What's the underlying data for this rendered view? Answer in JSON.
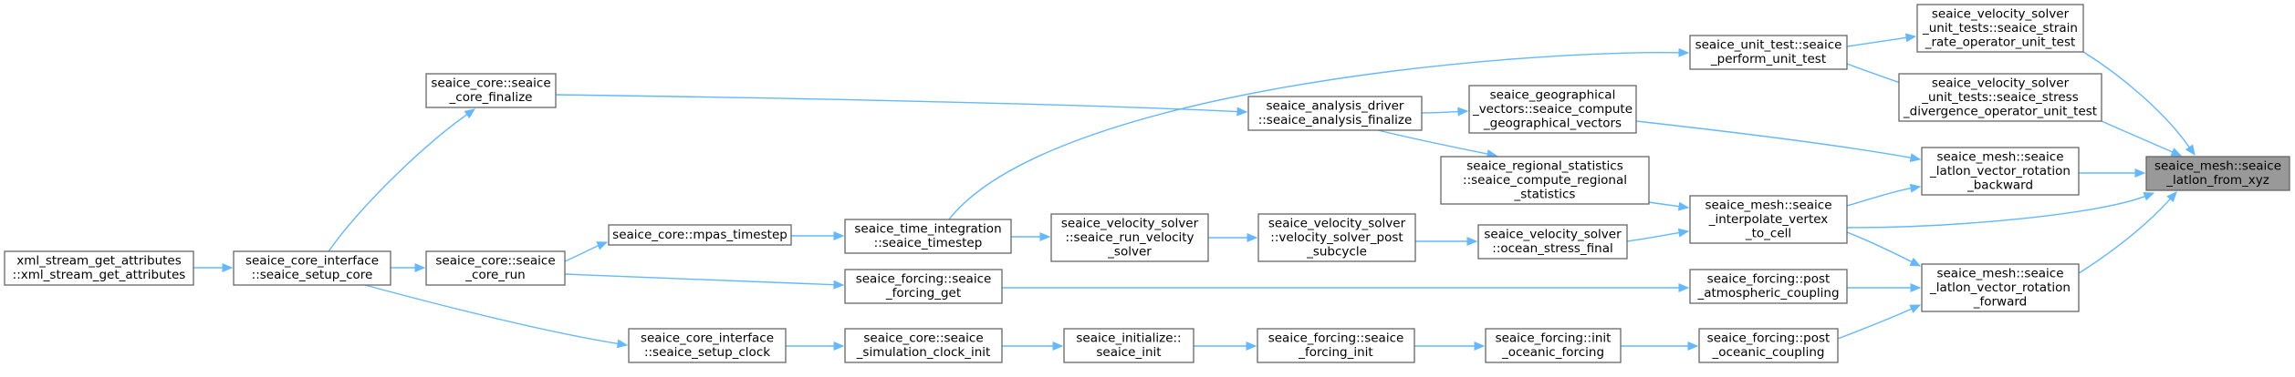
{
  "graph": {
    "nodes": [
      {
        "id": "root",
        "lines": [
          "seaice_mesh::seaice",
          "_latlon_from_xyz"
        ],
        "root": true
      },
      {
        "id": "strain_test",
        "lines": [
          "seaice_velocity_solver",
          "_unit_tests::seaice_strain",
          "_rate_operator_unit_test"
        ]
      },
      {
        "id": "stress_test",
        "lines": [
          "seaice_velocity_solver",
          "_unit_tests::seaice_stress",
          "_divergence_operator_unit_test"
        ]
      },
      {
        "id": "rot_backward",
        "lines": [
          "seaice_mesh::seaice",
          "_latlon_vector_rotation",
          "_backward"
        ]
      },
      {
        "id": "rot_forward",
        "lines": [
          "seaice_mesh::seaice",
          "_latlon_vector_rotation",
          "_forward"
        ]
      },
      {
        "id": "unit_test",
        "lines": [
          "seaice_unit_test::seaice",
          "_perform_unit_test"
        ]
      },
      {
        "id": "geo_vectors",
        "lines": [
          "seaice_geographical",
          "_vectors::seaice_compute",
          "_geographical_vectors"
        ]
      },
      {
        "id": "interp_vertex",
        "lines": [
          "seaice_mesh::seaice",
          "_interpolate_vertex",
          "_to_cell"
        ]
      },
      {
        "id": "post_atmos",
        "lines": [
          "seaice_forcing::post",
          "_atmospheric_coupling"
        ]
      },
      {
        "id": "post_ocean",
        "lines": [
          "seaice_forcing::post",
          "_oceanic_coupling"
        ]
      },
      {
        "id": "analysis_finalize",
        "lines": [
          "seaice_analysis_driver",
          "::seaice_analysis_finalize"
        ]
      },
      {
        "id": "regional_stats",
        "lines": [
          "seaice_regional_statistics",
          "::seaice_compute_regional",
          "_statistics"
        ]
      },
      {
        "id": "ocean_stress",
        "lines": [
          "seaice_velocity_solver",
          "::ocean_stress_final"
        ]
      },
      {
        "id": "init_oceanic",
        "lines": [
          "seaice_forcing::init",
          "_oceanic_forcing"
        ]
      },
      {
        "id": "post_subcycle",
        "lines": [
          "seaice_velocity_solver",
          "::velocity_solver_post",
          "_subcycle"
        ]
      },
      {
        "id": "forcing_init",
        "lines": [
          "seaice_forcing::seaice",
          "_forcing_init"
        ]
      },
      {
        "id": "run_velocity",
        "lines": [
          "seaice_velocity_solver",
          "::seaice_run_velocity",
          "_solver"
        ]
      },
      {
        "id": "seaice_init",
        "lines": [
          "seaice_initialize::",
          "seaice_init"
        ]
      },
      {
        "id": "timestep",
        "lines": [
          "seaice_time_integration",
          "::seaice_timestep"
        ]
      },
      {
        "id": "forcing_get",
        "lines": [
          "seaice_forcing::seaice",
          "_forcing_get"
        ]
      },
      {
        "id": "clock_init",
        "lines": [
          "seaice_core::seaice",
          "_simulation_clock_init"
        ]
      },
      {
        "id": "mpas_timestep",
        "lines": [
          "seaice_core::mpas_timestep"
        ]
      },
      {
        "id": "setup_clock",
        "lines": [
          "seaice_core_interface",
          "::seaice_setup_clock"
        ]
      },
      {
        "id": "core_finalize",
        "lines": [
          "seaice_core::seaice",
          "_core_finalize"
        ]
      },
      {
        "id": "core_run",
        "lines": [
          "seaice_core::seaice",
          "_core_run"
        ]
      },
      {
        "id": "setup_core",
        "lines": [
          "seaice_core_interface",
          "::seaice_setup_core"
        ]
      },
      {
        "id": "xml_stream",
        "lines": [
          "xml_stream_get_attributes",
          "::xml_stream_get_attributes"
        ]
      }
    ],
    "edges": [
      {
        "from": "strain_test",
        "to": "root"
      },
      {
        "from": "stress_test",
        "to": "root"
      },
      {
        "from": "rot_backward",
        "to": "root"
      },
      {
        "from": "interp_vertex",
        "to": "root"
      },
      {
        "from": "rot_forward",
        "to": "root"
      },
      {
        "from": "unit_test",
        "to": "strain_test"
      },
      {
        "from": "unit_test",
        "to": "stress_test"
      },
      {
        "from": "geo_vectors",
        "to": "rot_backward"
      },
      {
        "from": "interp_vertex",
        "to": "rot_backward"
      },
      {
        "from": "interp_vertex",
        "to": "rot_forward"
      },
      {
        "from": "post_atmos",
        "to": "rot_forward"
      },
      {
        "from": "post_ocean",
        "to": "rot_forward"
      },
      {
        "from": "timestep",
        "to": "unit_test"
      },
      {
        "from": "analysis_finalize",
        "to": "geo_vectors"
      },
      {
        "from": "regional_stats",
        "to": "interp_vertex"
      },
      {
        "from": "ocean_stress",
        "to": "interp_vertex"
      },
      {
        "from": "forcing_get",
        "to": "post_atmos"
      },
      {
        "from": "init_oceanic",
        "to": "post_ocean"
      },
      {
        "from": "core_finalize",
        "to": "analysis_finalize"
      },
      {
        "from": "analysis_finalize",
        "to": "regional_stats"
      },
      {
        "from": "post_subcycle",
        "to": "ocean_stress"
      },
      {
        "from": "forcing_init",
        "to": "init_oceanic"
      },
      {
        "from": "run_velocity",
        "to": "post_subcycle"
      },
      {
        "from": "seaice_init",
        "to": "forcing_init"
      },
      {
        "from": "timestep",
        "to": "run_velocity"
      },
      {
        "from": "clock_init",
        "to": "seaice_init"
      },
      {
        "from": "mpas_timestep",
        "to": "timestep"
      },
      {
        "from": "core_run",
        "to": "forcing_get"
      },
      {
        "from": "setup_clock",
        "to": "clock_init"
      },
      {
        "from": "core_run",
        "to": "mpas_timestep"
      },
      {
        "from": "setup_core",
        "to": "setup_clock"
      },
      {
        "from": "setup_core",
        "to": "core_finalize"
      },
      {
        "from": "setup_core",
        "to": "core_run"
      },
      {
        "from": "xml_stream",
        "to": "setup_core"
      }
    ]
  }
}
